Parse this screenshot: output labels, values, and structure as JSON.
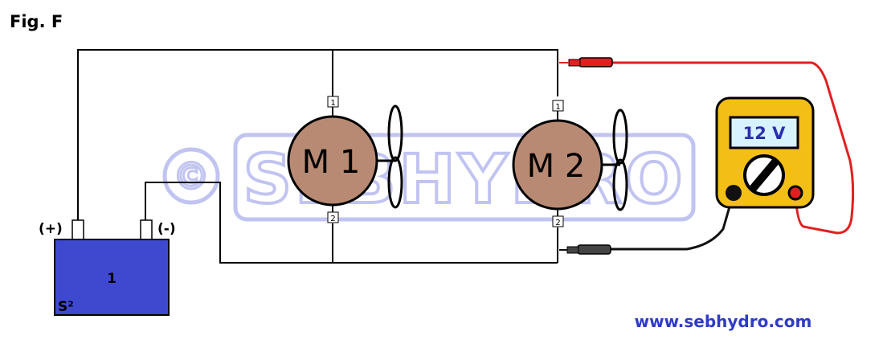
{
  "figure_label": "Fig. F",
  "battery": {
    "label": "1",
    "positive_label": "(+)",
    "negative_label": "(-)",
    "corner_label": "S²",
    "color": "#3f49cf"
  },
  "motors": [
    {
      "label": "M 1",
      "terminal_top": "1",
      "terminal_bottom": "2"
    },
    {
      "label": "M 2",
      "terminal_top": "1",
      "terminal_bottom": "2"
    }
  ],
  "motor_color": "#b88a74",
  "multimeter": {
    "reading": "12 V",
    "body_color": "#f3bf17",
    "screen_text_color": "#2a2fb0"
  },
  "probe_colors": {
    "red": "#e02020",
    "black": "#111111"
  },
  "watermark": "© SEBHYDRO",
  "website": "www.sebhydro.com",
  "website_color": "#2f3bc4"
}
